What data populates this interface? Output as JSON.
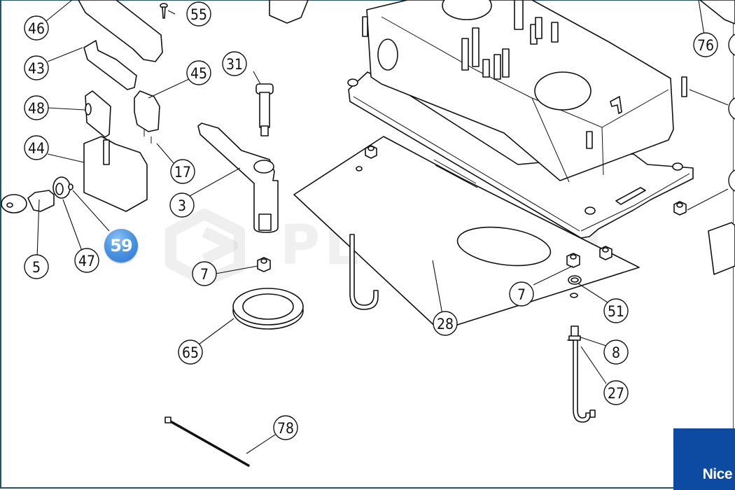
{
  "diagram": {
    "brand": "Nice",
    "watermark": "PLUSCOM",
    "highlighted_part": "59",
    "callouts": [
      {
        "id": "46",
        "label": "46"
      },
      {
        "id": "55",
        "label": "55"
      },
      {
        "id": "43",
        "label": "43"
      },
      {
        "id": "45",
        "label": "45"
      },
      {
        "id": "31",
        "label": "31"
      },
      {
        "id": "48",
        "label": "48"
      },
      {
        "id": "44",
        "label": "44"
      },
      {
        "id": "17",
        "label": "17"
      },
      {
        "id": "3",
        "label": "3"
      },
      {
        "id": "5",
        "label": "5"
      },
      {
        "id": "47",
        "label": "47"
      },
      {
        "id": "7a",
        "label": "7"
      },
      {
        "id": "65",
        "label": "65"
      },
      {
        "id": "78",
        "label": "78"
      },
      {
        "id": "28",
        "label": "28"
      },
      {
        "id": "7b",
        "label": "7"
      },
      {
        "id": "51",
        "label": "51"
      },
      {
        "id": "8",
        "label": "8"
      },
      {
        "id": "27",
        "label": "27"
      },
      {
        "id": "76",
        "label": "76"
      }
    ],
    "colors": {
      "brand_blue": "#0d4aa1",
      "badge_blue": "#4d96e3",
      "frame": "#1f5566",
      "line": "#111111"
    }
  }
}
